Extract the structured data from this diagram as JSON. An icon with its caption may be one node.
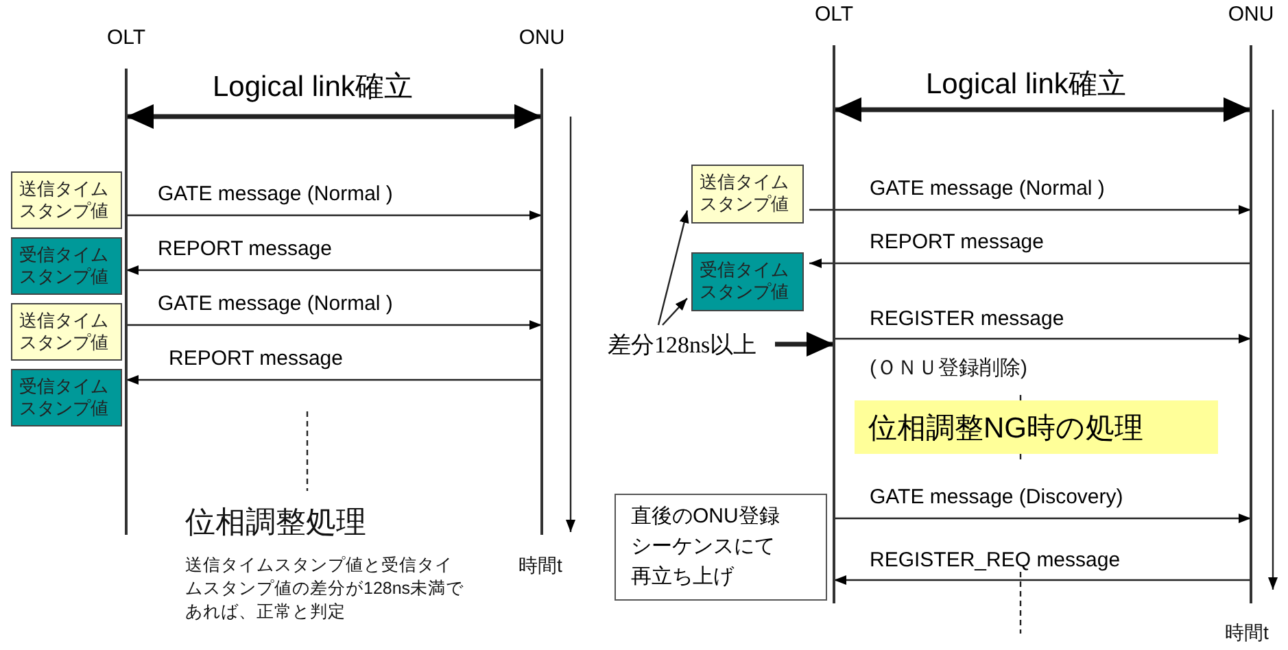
{
  "diagram": {
    "nodes": [
      {
        "text": [
          "OLT"
        ]
      },
      {
        "text": [
          "ONU"
        ]
      },
      {
        "text": [
          "送信タイムスタンプ値"
        ]
      },
      {
        "text": [
          "受信タイムスタンプ値"
        ]
      },
      {
        "text": [
          "送信タイムスタンプ値"
        ]
      },
      {
        "text": [
          "受信タイムスタンプ値"
        ]
      },
      {
        "text": [
          "OLT"
        ]
      },
      {
        "text": [
          "ONU"
        ]
      },
      {
        "text": [
          "送信タイムスタンプ値"
        ]
      },
      {
        "text": [
          "受信タイムスタンプ値"
        ]
      },
      {
        "text": [
          "差分128ns以上"
        ]
      },
      {
        "text": [
          "位相調整NG時の処理"
        ]
      },
      {
        "text": [
          "直後のONU登録シーケンスにて再立ち上げ"
        ]
      }
    ],
    "edges": [
      {
        "from": 0,
        "to": 1,
        "arrow": "both",
        "label": "Logical link確立",
        "style": "thick"
      },
      {
        "from": 0,
        "to": 1,
        "arrow": "to",
        "label": "GATE message (Normal )"
      },
      {
        "from": 1,
        "to": 0,
        "arrow": "to",
        "label": "REPORT message"
      },
      {
        "from": 0,
        "to": 1,
        "arrow": "to",
        "label": "GATE message (Normal )"
      },
      {
        "from": 1,
        "to": 0,
        "arrow": "to",
        "label": "REPORT message"
      },
      {
        "from": 6,
        "to": 7,
        "arrow": "both",
        "label": "Logical link確立",
        "style": "thick"
      },
      {
        "from": 8,
        "to": 7,
        "arrow": "to",
        "label": "GATE message (Normal )"
      },
      {
        "from": 7,
        "to": 9,
        "arrow": "to",
        "label": "REPORT message"
      },
      {
        "from": 10,
        "to": 8,
        "arrow": "to"
      },
      {
        "from": 10,
        "to": 9,
        "arrow": "to"
      },
      {
        "from": 10,
        "to": 6,
        "arrow": "to",
        "style": "thick"
      },
      {
        "from": 6,
        "to": 7,
        "arrow": "to",
        "label": "REGISTER message"
      },
      {
        "from": 6,
        "to": 7,
        "arrow": "to",
        "label": "GATE message (Discovery)"
      },
      {
        "from": 7,
        "to": 6,
        "arrow": "to",
        "label": "REGISTER_REQ message"
      }
    ],
    "labels": [
      "位相調整処理",
      "送信タイムスタンプ値と受信タイムスタンプ値の差分が128ns未満であれば、正常と判定",
      "時間t",
      "(ＯＮＵ登録削除)",
      "時間t"
    ]
  }
}
